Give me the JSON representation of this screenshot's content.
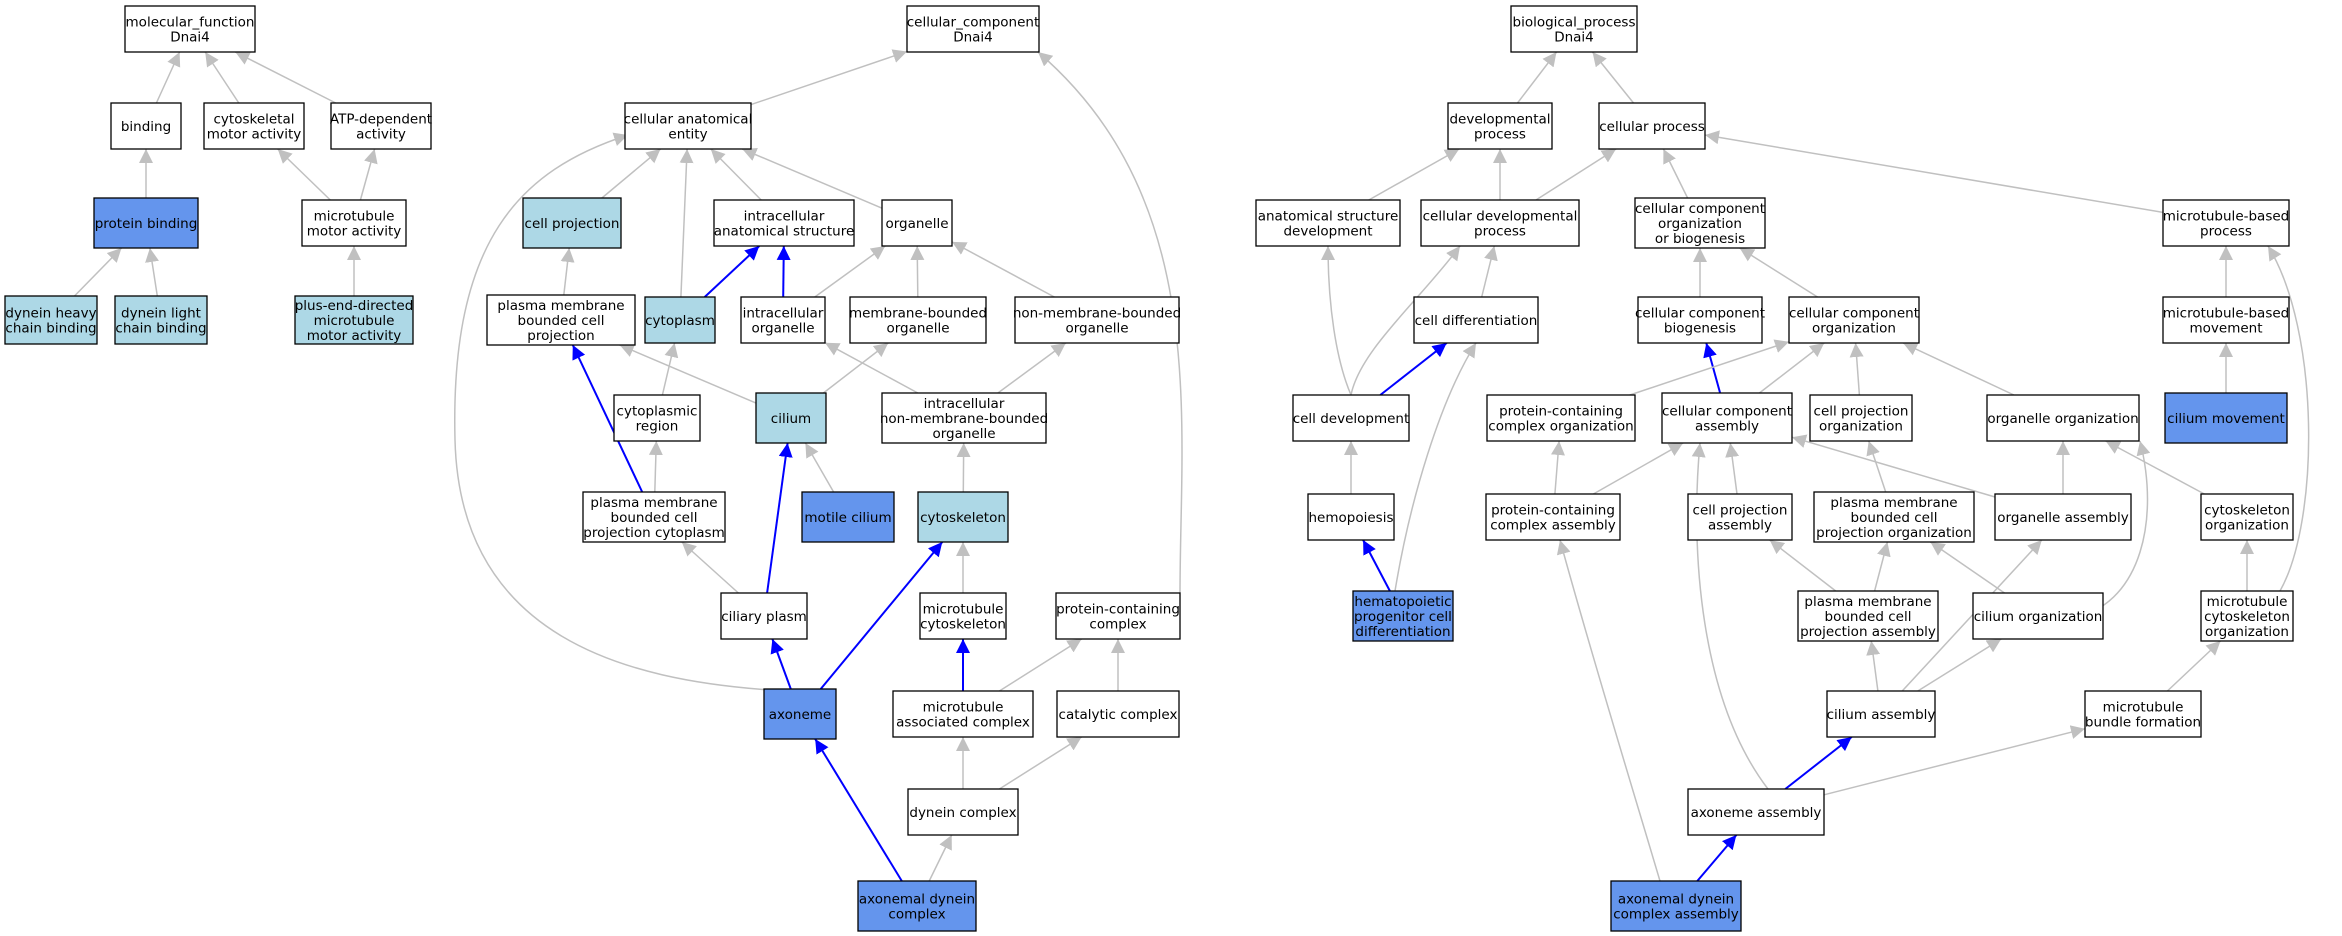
{
  "colors": {
    "white_fill": "#ffffff",
    "light_blue_fill": "#add8e6",
    "medium_blue_fill": "#6495ed",
    "gray_edge": "#c0c0c0",
    "blue_edge": "#0000ff",
    "node_border": "#000000"
  },
  "nodes": {
    "n1": {
      "lines": [
        "molecular_function",
        "Dnai4"
      ],
      "fill": "white"
    },
    "n2": {
      "lines": [
        "binding"
      ],
      "fill": "white"
    },
    "n3": {
      "lines": [
        "cytoskeletal",
        "motor activity"
      ],
      "fill": "white"
    },
    "n4": {
      "lines": [
        "ATP-dependent",
        "activity"
      ],
      "fill": "white"
    },
    "n5": {
      "lines": [
        "protein binding"
      ],
      "fill": "medium"
    },
    "n6": {
      "lines": [
        "microtubule",
        "motor activity"
      ],
      "fill": "white"
    },
    "n7": {
      "lines": [
        "dynein heavy",
        "chain binding"
      ],
      "fill": "light"
    },
    "n8": {
      "lines": [
        "dynein light",
        "chain binding"
      ],
      "fill": "light"
    },
    "n9": {
      "lines": [
        "plus-end-directed",
        "microtubule",
        "motor activity"
      ],
      "fill": "light"
    },
    "c1": {
      "lines": [
        "cellular_component",
        "Dnai4"
      ],
      "fill": "white"
    },
    "c2": {
      "lines": [
        "cellular anatomical",
        "entity"
      ],
      "fill": "white"
    },
    "c3": {
      "lines": [
        "cell projection"
      ],
      "fill": "light"
    },
    "c4": {
      "lines": [
        "intracellular",
        "anatomical structure"
      ],
      "fill": "white"
    },
    "c5": {
      "lines": [
        "organelle"
      ],
      "fill": "white"
    },
    "c6": {
      "lines": [
        "plasma membrane",
        "bounded cell",
        "projection"
      ],
      "fill": "white"
    },
    "c7": {
      "lines": [
        "cytoplasm"
      ],
      "fill": "light"
    },
    "c8": {
      "lines": [
        "intracellular",
        "organelle"
      ],
      "fill": "white"
    },
    "c9": {
      "lines": [
        "membrane-bounded",
        "organelle"
      ],
      "fill": "white"
    },
    "c10": {
      "lines": [
        "non-membrane-bounded",
        "organelle"
      ],
      "fill": "white"
    },
    "c11": {
      "lines": [
        "cytoplasmic",
        "region"
      ],
      "fill": "white"
    },
    "c12": {
      "lines": [
        "cilium"
      ],
      "fill": "light"
    },
    "c13": {
      "lines": [
        "intracellular",
        "non-membrane-bounded",
        "organelle"
      ],
      "fill": "white"
    },
    "c14": {
      "lines": [
        "plasma membrane",
        "bounded cell",
        "projection cytoplasm"
      ],
      "fill": "white"
    },
    "c15": {
      "lines": [
        "motile cilium"
      ],
      "fill": "medium"
    },
    "c16": {
      "lines": [
        "cytoskeleton"
      ],
      "fill": "light"
    },
    "c17": {
      "lines": [
        "ciliary plasm"
      ],
      "fill": "white"
    },
    "c18": {
      "lines": [
        "microtubule",
        "cytoskeleton"
      ],
      "fill": "white"
    },
    "c19": {
      "lines": [
        "protein-containing",
        "complex"
      ],
      "fill": "white"
    },
    "c20": {
      "lines": [
        "axoneme"
      ],
      "fill": "medium"
    },
    "c21": {
      "lines": [
        "microtubule",
        "associated complex"
      ],
      "fill": "white"
    },
    "c22": {
      "lines": [
        "catalytic complex"
      ],
      "fill": "white"
    },
    "c23": {
      "lines": [
        "dynein complex"
      ],
      "fill": "white"
    },
    "c24": {
      "lines": [
        "axonemal dynein",
        "complex"
      ],
      "fill": "medium"
    },
    "b1": {
      "lines": [
        "biological_process",
        "Dnai4"
      ],
      "fill": "white"
    },
    "b2": {
      "lines": [
        "developmental",
        "process"
      ],
      "fill": "white"
    },
    "b3": {
      "lines": [
        "cellular process"
      ],
      "fill": "white"
    },
    "b4": {
      "lines": [
        "anatomical structure",
        "development"
      ],
      "fill": "white"
    },
    "b5": {
      "lines": [
        "cellular developmental",
        "process"
      ],
      "fill": "white"
    },
    "b6": {
      "lines": [
        "cellular component",
        "organization",
        "or biogenesis"
      ],
      "fill": "white"
    },
    "b7": {
      "lines": [
        "microtubule-based",
        "process"
      ],
      "fill": "white"
    },
    "b8": {
      "lines": [
        "cell differentiation"
      ],
      "fill": "white"
    },
    "b9": {
      "lines": [
        "cellular component",
        "biogenesis"
      ],
      "fill": "white"
    },
    "b10": {
      "lines": [
        "cellular component",
        "organization"
      ],
      "fill": "white"
    },
    "b11": {
      "lines": [
        "microtubule-based",
        "movement"
      ],
      "fill": "white"
    },
    "b12": {
      "lines": [
        "cell development"
      ],
      "fill": "white"
    },
    "b13": {
      "lines": [
        "protein-containing",
        "complex organization"
      ],
      "fill": "white"
    },
    "b14": {
      "lines": [
        "cellular component",
        "assembly"
      ],
      "fill": "white"
    },
    "b15": {
      "lines": [
        "cell projection",
        "organization"
      ],
      "fill": "white"
    },
    "b16": {
      "lines": [
        "organelle organization"
      ],
      "fill": "white"
    },
    "b17": {
      "lines": [
        "cilium movement"
      ],
      "fill": "medium"
    },
    "b18": {
      "lines": [
        "hemopoiesis"
      ],
      "fill": "white"
    },
    "b19": {
      "lines": [
        "protein-containing",
        "complex assembly"
      ],
      "fill": "white"
    },
    "b20": {
      "lines": [
        "cell projection",
        "assembly"
      ],
      "fill": "white"
    },
    "b21": {
      "lines": [
        "plasma membrane",
        "bounded cell",
        "projection organization"
      ],
      "fill": "white"
    },
    "b22": {
      "lines": [
        "organelle assembly"
      ],
      "fill": "white"
    },
    "b23": {
      "lines": [
        "cytoskeleton",
        "organization"
      ],
      "fill": "white"
    },
    "b24": {
      "lines": [
        "hematopoietic",
        "progenitor cell",
        "differentiation"
      ],
      "fill": "medium"
    },
    "b25": {
      "lines": [
        "plasma membrane",
        "bounded cell",
        "projection assembly"
      ],
      "fill": "white"
    },
    "b26": {
      "lines": [
        "cilium organization"
      ],
      "fill": "white"
    },
    "b27": {
      "lines": [
        "microtubule",
        "cytoskeleton",
        "organization"
      ],
      "fill": "white"
    },
    "b28": {
      "lines": [
        "cilium assembly"
      ],
      "fill": "white"
    },
    "b29": {
      "lines": [
        "microtubule",
        "bundle formation"
      ],
      "fill": "white"
    },
    "b30": {
      "lines": [
        "axoneme assembly"
      ],
      "fill": "white"
    },
    "b31": {
      "lines": [
        "axonemal dynein",
        "complex assembly"
      ],
      "fill": "medium"
    }
  },
  "edges": [
    {
      "from": "n2",
      "to": "n1",
      "kind": "gray"
    },
    {
      "from": "n3",
      "to": "n1",
      "kind": "gray"
    },
    {
      "from": "n4",
      "to": "n1",
      "kind": "gray"
    },
    {
      "from": "n5",
      "to": "n2",
      "kind": "gray"
    },
    {
      "from": "n6",
      "to": "n3",
      "kind": "gray"
    },
    {
      "from": "n6",
      "to": "n4",
      "kind": "gray"
    },
    {
      "from": "n7",
      "to": "n5",
      "kind": "gray"
    },
    {
      "from": "n8",
      "to": "n5",
      "kind": "gray"
    },
    {
      "from": "n9",
      "to": "n6",
      "kind": "gray"
    },
    {
      "from": "c2",
      "to": "c1",
      "kind": "gray"
    },
    {
      "from": "c19",
      "to": "c1",
      "kind": "gray"
    },
    {
      "from": "c3",
      "to": "c2",
      "kind": "gray"
    },
    {
      "from": "c4",
      "to": "c2",
      "kind": "gray"
    },
    {
      "from": "c5",
      "to": "c2",
      "kind": "gray"
    },
    {
      "from": "c7",
      "to": "c2",
      "kind": "gray"
    },
    {
      "from": "c20",
      "to": "c2",
      "kind": "gray"
    },
    {
      "from": "c6",
      "to": "c3",
      "kind": "gray"
    },
    {
      "from": "c7",
      "to": "c4",
      "kind": "blue"
    },
    {
      "from": "c8",
      "to": "c4",
      "kind": "blue"
    },
    {
      "from": "c8",
      "to": "c5",
      "kind": "gray"
    },
    {
      "from": "c9",
      "to": "c5",
      "kind": "gray"
    },
    {
      "from": "c10",
      "to": "c5",
      "kind": "gray"
    },
    {
      "from": "c12",
      "to": "c6",
      "kind": "gray"
    },
    {
      "from": "c14",
      "to": "c6",
      "kind": "blue"
    },
    {
      "from": "c11",
      "to": "c7",
      "kind": "gray"
    },
    {
      "from": "c13",
      "to": "c8",
      "kind": "gray"
    },
    {
      "from": "c12",
      "to": "c9",
      "kind": "gray"
    },
    {
      "from": "c13",
      "to": "c10",
      "kind": "gray"
    },
    {
      "from": "c14",
      "to": "c11",
      "kind": "gray"
    },
    {
      "from": "c15",
      "to": "c12",
      "kind": "gray"
    },
    {
      "from": "c17",
      "to": "c12",
      "kind": "blue"
    },
    {
      "from": "c16",
      "to": "c13",
      "kind": "gray"
    },
    {
      "from": "c17",
      "to": "c14",
      "kind": "gray"
    },
    {
      "from": "c18",
      "to": "c16",
      "kind": "gray"
    },
    {
      "from": "c20",
      "to": "c16",
      "kind": "blue"
    },
    {
      "from": "c20",
      "to": "c17",
      "kind": "blue"
    },
    {
      "from": "c21",
      "to": "c18",
      "kind": "blue"
    },
    {
      "from": "c21",
      "to": "c19",
      "kind": "gray"
    },
    {
      "from": "c22",
      "to": "c19",
      "kind": "gray"
    },
    {
      "from": "c23",
      "to": "c21",
      "kind": "gray"
    },
    {
      "from": "c23",
      "to": "c22",
      "kind": "gray"
    },
    {
      "from": "c24",
      "to": "c20",
      "kind": "blue"
    },
    {
      "from": "c24",
      "to": "c23",
      "kind": "gray"
    },
    {
      "from": "b2",
      "to": "b1",
      "kind": "gray"
    },
    {
      "from": "b3",
      "to": "b1",
      "kind": "gray"
    },
    {
      "from": "b4",
      "to": "b2",
      "kind": "gray"
    },
    {
      "from": "b5",
      "to": "b2",
      "kind": "gray"
    },
    {
      "from": "b5",
      "to": "b3",
      "kind": "gray"
    },
    {
      "from": "b6",
      "to": "b3",
      "kind": "gray"
    },
    {
      "from": "b7",
      "to": "b3",
      "kind": "gray"
    },
    {
      "from": "b12",
      "to": "b4",
      "kind": "gray"
    },
    {
      "from": "b8",
      "to": "b5",
      "kind": "gray"
    },
    {
      "from": "b12",
      "to": "b5",
      "kind": "gray"
    },
    {
      "from": "b9",
      "to": "b6",
      "kind": "gray"
    },
    {
      "from": "b10",
      "to": "b6",
      "kind": "gray"
    },
    {
      "from": "b11",
      "to": "b7",
      "kind": "gray"
    },
    {
      "from": "b27",
      "to": "b7",
      "kind": "gray"
    },
    {
      "from": "b12",
      "to": "b8",
      "kind": "blue"
    },
    {
      "from": "b24",
      "to": "b8",
      "kind": "gray"
    },
    {
      "from": "b14",
      "to": "b9",
      "kind": "blue"
    },
    {
      "from": "b13",
      "to": "b10",
      "kind": "gray"
    },
    {
      "from": "b14",
      "to": "b10",
      "kind": "gray"
    },
    {
      "from": "b15",
      "to": "b10",
      "kind": "gray"
    },
    {
      "from": "b16",
      "to": "b10",
      "kind": "gray"
    },
    {
      "from": "b17",
      "to": "b11",
      "kind": "gray"
    },
    {
      "from": "b18",
      "to": "b12",
      "kind": "gray"
    },
    {
      "from": "b19",
      "to": "b13",
      "kind": "gray"
    },
    {
      "from": "b19",
      "to": "b14",
      "kind": "gray"
    },
    {
      "from": "b20",
      "to": "b14",
      "kind": "gray"
    },
    {
      "from": "b22",
      "to": "b14",
      "kind": "gray"
    },
    {
      "from": "b30",
      "to": "b14",
      "kind": "gray"
    },
    {
      "from": "b21",
      "to": "b15",
      "kind": "gray"
    },
    {
      "from": "b22",
      "to": "b16",
      "kind": "gray"
    },
    {
      "from": "b23",
      "to": "b16",
      "kind": "gray"
    },
    {
      "from": "b26",
      "to": "b16",
      "kind": "gray"
    },
    {
      "from": "b24",
      "to": "b18",
      "kind": "blue"
    },
    {
      "from": "b31",
      "to": "b19",
      "kind": "gray"
    },
    {
      "from": "b25",
      "to": "b20",
      "kind": "gray"
    },
    {
      "from": "b25",
      "to": "b21",
      "kind": "gray"
    },
    {
      "from": "b26",
      "to": "b21",
      "kind": "gray"
    },
    {
      "from": "b28",
      "to": "b22",
      "kind": "gray"
    },
    {
      "from": "b27",
      "to": "b23",
      "kind": "gray"
    },
    {
      "from": "b28",
      "to": "b25",
      "kind": "gray"
    },
    {
      "from": "b28",
      "to": "b26",
      "kind": "gray"
    },
    {
      "from": "b29",
      "to": "b27",
      "kind": "gray"
    },
    {
      "from": "b30",
      "to": "b28",
      "kind": "blue"
    },
    {
      "from": "b30",
      "to": "b29",
      "kind": "gray"
    },
    {
      "from": "b31",
      "to": "b30",
      "kind": "blue"
    }
  ]
}
